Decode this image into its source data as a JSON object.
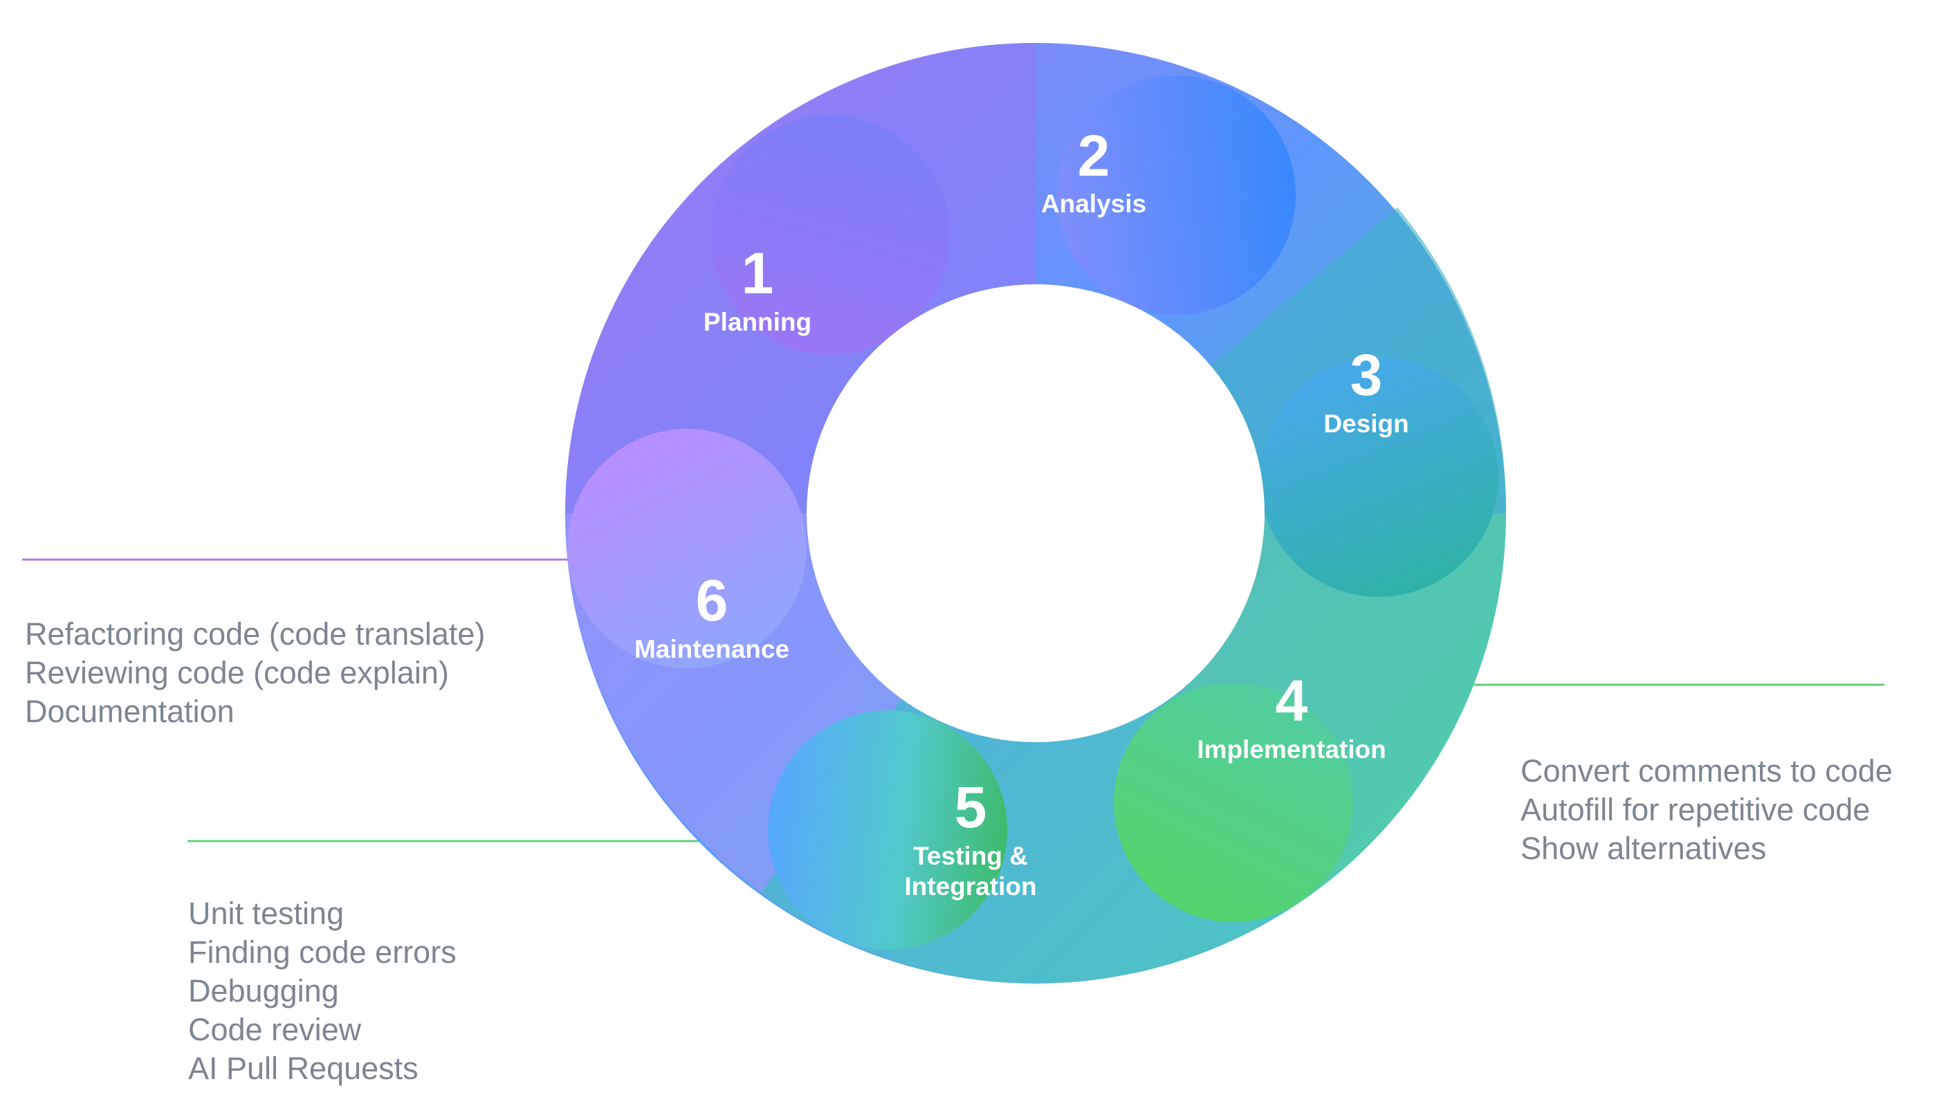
{
  "stages": [
    {
      "number": "1",
      "label": "Planning"
    },
    {
      "number": "2",
      "label": "Analysis"
    },
    {
      "number": "3",
      "label": "Design"
    },
    {
      "number": "4",
      "label": "Implementation"
    },
    {
      "number": "5",
      "label_line1": "Testing &",
      "label_line2": "Integration"
    },
    {
      "number": "6",
      "label": "Maintenance"
    }
  ],
  "callouts": {
    "maintenance": [
      "Refactoring code (code translate)",
      "Reviewing code (code explain)",
      "Documentation"
    ],
    "implementation": [
      "Convert comments to code",
      "Autofill for repetitive code",
      "Show alternatives"
    ],
    "testing": [
      "Unit testing",
      "Finding code errors",
      "Debugging",
      "Code review",
      "AI Pull Requests"
    ]
  },
  "colors": {
    "planning": "#8b7bf5",
    "analysis": "#4a8dfd",
    "design": "#36b2b4",
    "implementation": "#55d47a",
    "testing": "#52c9cf",
    "maintenance": "#a993fd",
    "purple_line": "#a77ee8",
    "green_line": "#5fd07a",
    "callout_text": "#7d8590"
  }
}
